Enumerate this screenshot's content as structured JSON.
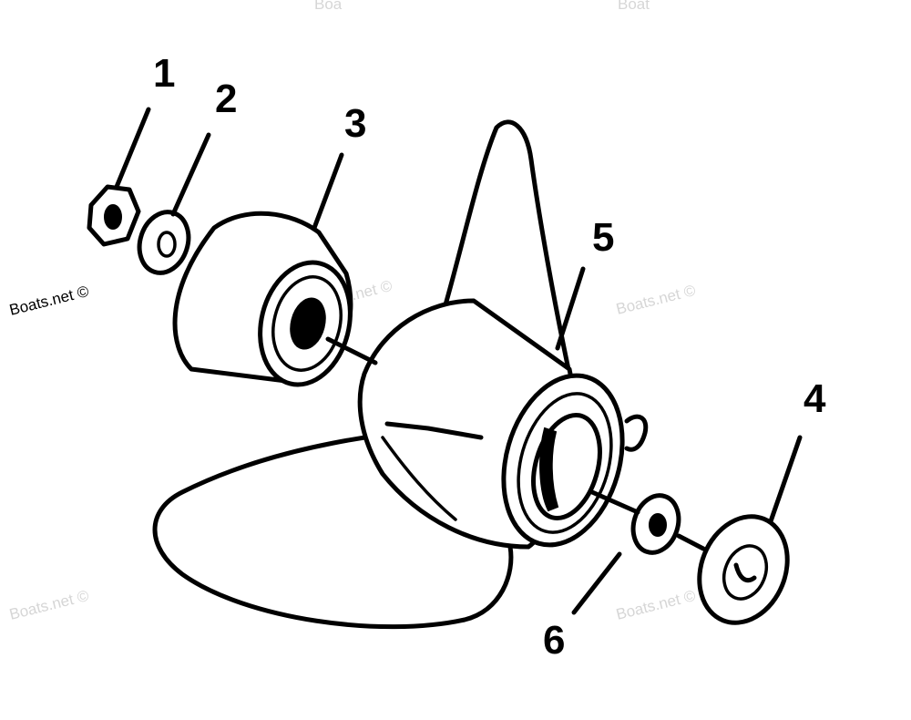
{
  "diagram": {
    "callouts": [
      {
        "id": "1",
        "label": "1"
      },
      {
        "id": "2",
        "label": "2"
      },
      {
        "id": "3",
        "label": "3"
      },
      {
        "id": "4",
        "label": "4"
      },
      {
        "id": "5",
        "label": "5"
      },
      {
        "id": "6",
        "label": "6"
      }
    ],
    "watermark": {
      "dark": "Boats.net ©",
      "light": "Boats.net ©",
      "top_cut_a": "Boa",
      "top_cut_b": "Boat"
    }
  }
}
